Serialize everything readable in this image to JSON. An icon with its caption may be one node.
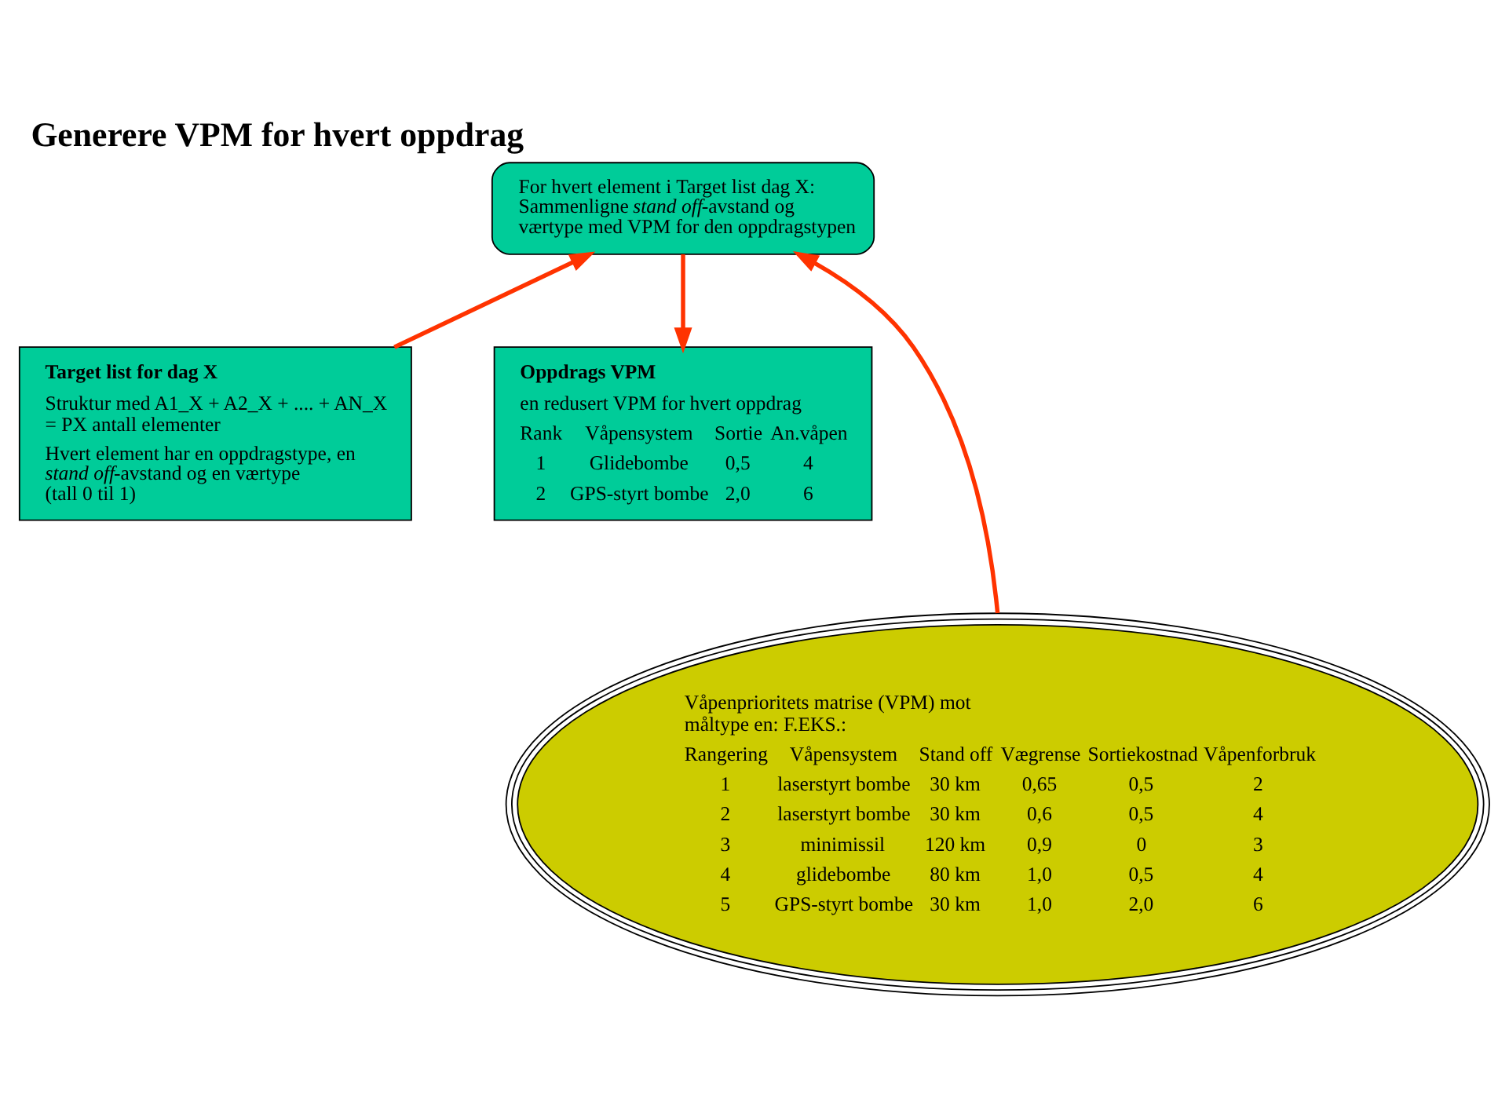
{
  "diagram": {
    "title": "Generere VPM for hvert oppdrag",
    "nodes": [
      {
        "text": [
          "For hvert element i Target list dag X: Sammenligne *stand off*-avstand og værtype med VPM for den oppdragstypen"
        ]
      },
      {
        "text": [
          "Target list for dag X",
          "Struktur med A1_X + A2_X + .... + AN_X = PX antall elementer",
          "Hvert element har en oppdragstype, en *stand off*-avstand og en værtype (tall 0 til 1)"
        ]
      },
      {
        "text": [
          "Oppdrags VPM",
          "en redusert VPM for hvert oppdrag",
          "Rank",
          "Våpensystem",
          "Sortie",
          "An.våpen",
          "1",
          "Glidebombe",
          "0,5",
          "4",
          "2",
          "GPS-styrt bombe",
          "2,0",
          "6"
        ]
      },
      {
        "text": [
          "Våpenprioritets matrise (VPM) mot måltype en: F.EKS.:",
          "Rangering",
          "Våpensystem",
          "Stand off",
          "Vægrense",
          "Sortiekostnad",
          "Våpenforbruk",
          "1",
          "laserstyrt bombe",
          "30 km",
          "0,65",
          "0,5",
          "2",
          "2",
          "laserstyrt bombe",
          "30 km",
          "0,6",
          "0,5",
          "4",
          "3",
          "minimissil",
          "120 km",
          "0,9",
          "0",
          "3",
          "4",
          "glidebombe",
          "80 km",
          "1,0",
          "0,5",
          "4",
          "5",
          "GPS-styrt bombe",
          "30 km",
          "1,0",
          "2,0",
          "6"
        ]
      }
    ],
    "edges": [
      {
        "from": 1,
        "to": 0,
        "arrow": "to"
      },
      {
        "from": 0,
        "to": 2,
        "arrow": "to"
      },
      {
        "from": 3,
        "to": 0,
        "arrow": "to"
      }
    ]
  }
}
